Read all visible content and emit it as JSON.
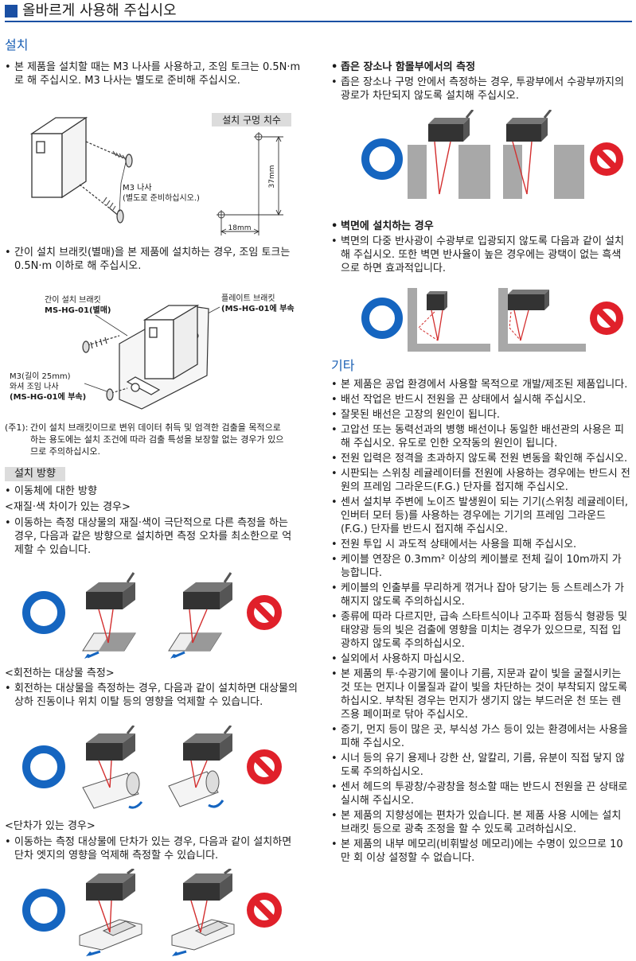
{
  "header": {
    "title": "올바르게 사용해 주십시오"
  },
  "install": {
    "title": "설치",
    "bullet1": "본 제품을 설치할 때는 M3 나사를 사용하고, 조임 토크는 0.5N·m로 해 주십시오. M3 나사는 별도로 준비해 주십시오.",
    "fig1": {
      "screw_label": "M3 나사",
      "screw_note": "(별도로 준비하십시오.)",
      "hole_tab": "설치 구멍 치수",
      "dim_v": "37mm",
      "dim_h": "18mm"
    },
    "bullet2": "간이 설치 브래킷(별매)을 본 제품에 설치하는 경우, 조임 토크는 0.5N·m 이하로 해 주십시오.",
    "fig2": {
      "bracket_label": "간이 설치 브래킷",
      "bracket_model": "MS-HG-01(별매)",
      "plate_label": "플레이트 브래킷",
      "plate_model": "(MS-HG-01에 부속)",
      "screw_l1": "M3(길이 25mm)",
      "screw_l2": "와셔 조임 나사",
      "screw_l3": "(MS-HG-01에 부속)"
    },
    "note_prefix": "(주1):",
    "note_text": "간이 설치 브래킷이므로 변위 데이터 취득 및 엄격한 검출을 목적으로 하는 용도에는 설치 조건에 따라 검출 특성을 보장할 없는 경우가 있으므로 주의하십시오."
  },
  "direction": {
    "tab": "설치 방향",
    "moving": "이동체에 대한 방향",
    "mat_title": "<재질·색 차이가 있는 경우>",
    "mat_text": "이동하는 측정 대상물의 재질·색이 극단적으로 다른 측정을 하는 경우, 다음과 같은 방향으로 설치하면 측정 오차를 최소한으로 억제할 수 있습니다.",
    "rot_title": "<회전하는 대상물 측정>",
    "rot_text": "회전하는 대상물을 측정하는 경우, 다음과 같이 설치하면 대상물의 상하 진동이나 위치 이탈 등의 영향을 억제할 수 있습니다.",
    "step_title": "<단차가 있는 경우>",
    "step_text": "이동하는 측정 대상물에 단차가 있는 경우, 다음과 같이 설치하면 단차 엣지의 영향을 억제해 측정할 수 있습니다."
  },
  "narrow": {
    "title": "좁은 장소나 함몰부에서의 측정",
    "text": "좁은 장소나 구멍 안에서 측정하는 경우, 투광부에서 수광부까지의 광로가 차단되지 않도록 설치해 주십시오."
  },
  "wall": {
    "title": "벽면에 설치하는 경우",
    "text": "벽면의 다중 반사광이 수광부로 입광되지 않도록 다음과 같이 설치해 주십시오. 또한 벽면 반사율이 높은 경우에는 광택이 없는 흑색으로 하면 효과적입니다."
  },
  "other": {
    "title": "기타",
    "items": [
      "본 제품은 공업 환경에서 사용할 목적으로 개발/제조된 제품입니다.",
      "배선 작업은 반드시 전원을 끈 상태에서 실시해 주십시오.",
      "잘못된 배선은 고장의 원인이 됩니다.",
      "고압선 또는 동력선과의 병행 배선이나 동일한 배선관의 사용은 피해 주십시오. 유도로 인한 오작동의 원인이 됩니다.",
      "전원 입력은 정격을 초과하지 않도록 전원 변동을 확인해 주십시오.",
      "시판되는 스위칭 레귤레이터를 전원에 사용하는 경우에는 반드시 전원의 프레임 그라운드(F.G.) 단자를 접지해 주십시오.",
      "센서 설치부 주변에 노이즈 발생원이 되는 기기(스위칭 레귤레이터, 인버터 모터 등)를 사용하는 경우에는 기기의 프레임 그라운드(F.G.) 단자를 반드시 접지해 주십시오.",
      "전원 투입 시 과도적 상태에서는 사용을 피해 주십시오.",
      "케이블 연장은 0.3mm² 이상의 케이블로 전체 길이 10m까지 가능합니다.",
      "케이블의 인출부를 무리하게 꺾거나 잡아 당기는 등 스트레스가 가해지지 않도록 주의하십시오.",
      "종류에 따라 다르지만, 급속 스타트식이나 고주파 점등식 형광등 및 태양광 등의 빛은 검출에 영향을 미치는 경우가 있으므로, 직접 입광하지 않도록 주의하십시오.",
      "실외에서 사용하지 마십시오.",
      "본 제품의 투·수광기에 물이나 기름, 지문과 같이 빛을 굴절시키는 것 또는 먼지나 이물질과 같이 빛을 차단하는 것이 부착되지 않도록 하십시오. 부착된 경우는 먼지가 생기지 않는 부드러운 천 또는 렌즈용 페이퍼로 닦아 주십시오.",
      "증기, 먼지 등이 많은 곳, 부식성 가스 등이 있는 환경에서는 사용을 피해 주십시오.",
      "시너 등의 유기 용제나 강한 산, 알칼리, 기름, 유분이 직접 닿지 않도록 주의하십시오.",
      "센서 헤드의 투광창/수광창을 청소할 때는 반드시 전원을 끈 상태로 실시해 주십시오.",
      "본 제품의 지향성에는 편차가 있습니다. 본 제품 사용 시에는 설치 브래킷 등으로 광축 조정을 할 수 있도록 고려하십시오.",
      "본 제품의 내부 메모리(비휘발성 메모리)에는 수명이 있으므로 10만 회 이상 설정할 수 없습니다."
    ]
  },
  "bullet_char": "•",
  "colors": {
    "accent": "#1a4fa3",
    "ok": "#1565c0",
    "ng": "#e0202a",
    "beam": "#d32f2f"
  }
}
